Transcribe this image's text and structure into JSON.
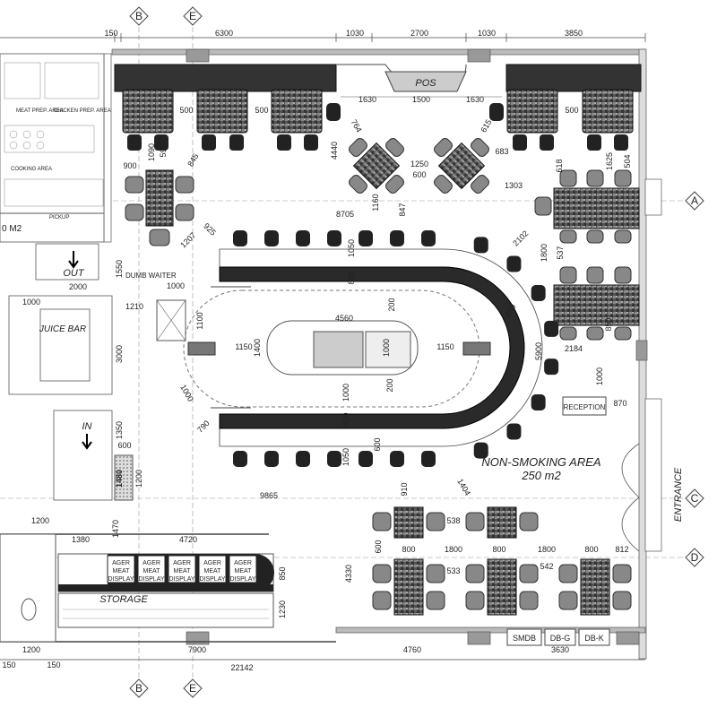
{
  "grid_tags": {
    "top": [
      "B",
      "E"
    ],
    "bottom": [
      "B",
      "E"
    ],
    "right": [
      "A",
      "C",
      "D"
    ]
  },
  "top_dims": [
    "150",
    "6300",
    "1030",
    "2700",
    "1030",
    "3850"
  ],
  "bottom_dims": [
    "1200",
    "150",
    "150",
    "7900",
    "4760",
    "3630",
    "22142"
  ],
  "labels": {
    "pos": "POS",
    "dumb_waiter": "DUMB WAITER",
    "juice_bar": "JUICE BAR",
    "out": "OUT",
    "in": "IN",
    "reception": "RECEPTION",
    "non_smoking": "NON-SMOKING AREA",
    "area": "250 m2",
    "entrance": "ENTRANCE",
    "storage": "STORAGE",
    "cooking_area": "COOKING AREA",
    "pickup": "PICKUP",
    "meat_prep": "MEAT PREP. AREA",
    "chicken_prep": "CHICKEN PREP. AREA",
    "m2": "0 M2",
    "smdb": "SMDB",
    "dbg": "DB-G",
    "dbk": "DB-K",
    "meat_display": [
      "AGER",
      "MEAT",
      "DISPLAY"
    ]
  },
  "dims": {
    "d1630a": "1630",
    "d1500": "1500",
    "d1630b": "1630",
    "d500a": "500",
    "d500b": "500",
    "d500c": "500",
    "d764": "764",
    "d615": "615",
    "d683": "683",
    "d4440": "4440",
    "d1250": "1250",
    "d600a": "600",
    "d1303": "1303",
    "d1090": "1090",
    "d590": "590",
    "d845": "845",
    "d900": "900",
    "d618": "618",
    "d1625": "1625",
    "d504": "504",
    "d8705": "8705",
    "d1160": "1160",
    "d847": "847",
    "d925": "925",
    "d1207": "1207",
    "d2102": "2102",
    "d1800a": "1800",
    "d537": "537",
    "d850a": "850",
    "d1050a": "1050",
    "d800a": "800",
    "d4560": "4560",
    "d200a": "200",
    "d1150a": "1150",
    "d1150b": "1150",
    "d1400": "1400",
    "d1000a": "1000",
    "d5900": "5900",
    "d2184": "2184",
    "d1000b": "1000",
    "d870": "870",
    "d1550": "1550",
    "d2000": "2000",
    "d1000c": "1000",
    "d1210": "1210",
    "d1100": "1100",
    "d1000d": "1000",
    "d3000": "3000",
    "d1000e": "1000",
    "d790": "790",
    "d1000f": "1000",
    "d200b": "200",
    "d800b": "800",
    "d1050b": "1050",
    "d600b": "600",
    "d1350": "1350",
    "d600c": "600",
    "d1480": "1480",
    "d1200a": "1200",
    "d9865": "9865",
    "d910": "910",
    "d1404": "1404",
    "d538": "538",
    "d1200b": "1200",
    "d1380": "1380",
    "d1470": "1470",
    "d4720": "4720",
    "d850b": "850",
    "d1230": "1230",
    "d4330": "4330",
    "d600d": "600",
    "d800c": "800",
    "d1800b": "1800",
    "d1800c": "1800",
    "d800d": "800",
    "d812": "812",
    "d533": "533",
    "d542": "542"
  }
}
